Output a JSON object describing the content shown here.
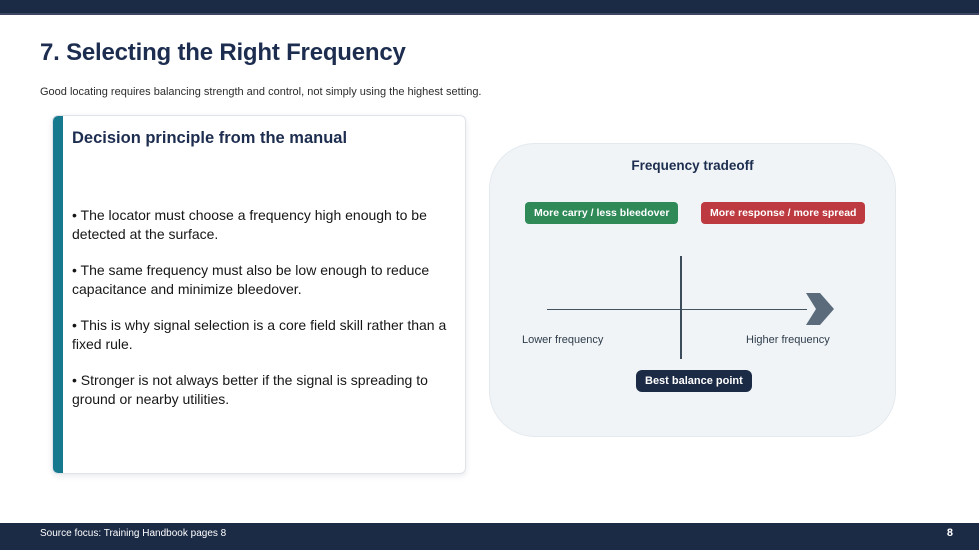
{
  "header": {
    "title": "7. Selecting the Right Frequency",
    "subtitle": "Good locating requires balancing strength and control, not simply using the highest setting."
  },
  "left_card": {
    "heading": "Decision principle from the manual",
    "bullets": [
      "• The locator must choose a frequency high enough to be detected at the surface.",
      "• The same frequency must also be low enough to reduce capacitance and minimize bleedover.",
      "• This is why signal selection is a core field skill rather than a fixed rule.",
      "• Stronger is not always better if the signal is spreading to ground or nearby utilities."
    ]
  },
  "diagram_card": {
    "title": "Frequency tradeoff",
    "left_badge": "More carry / less bleedover",
    "right_badge": "More response / more spread",
    "axis_left_label": "Lower frequency",
    "axis_right_label": "Higher frequency",
    "balance_badge": "Best balance point"
  },
  "footer": {
    "source": "Source focus: Training Handbook pages 8",
    "page_number": "8"
  },
  "colors": {
    "navy": "#1b2a45",
    "navy_text": "#1d2d4f",
    "navy_border": "#3e4560",
    "teal": "#17798e",
    "green": "#2f8a58",
    "red": "#bd3a40",
    "slate": "#5b6b7c",
    "card_bg": "#f0f4f6",
    "line": "#42525f"
  }
}
